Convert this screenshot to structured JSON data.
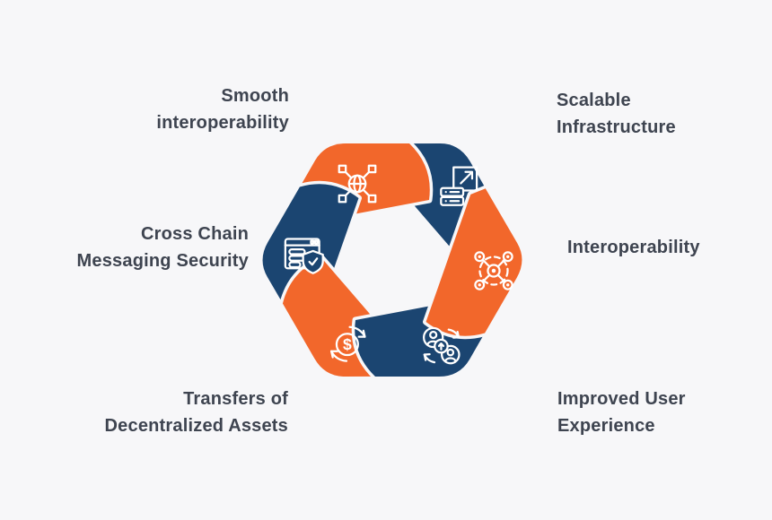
{
  "colors": {
    "background": "#f7f7f9",
    "orange": "#f2672b",
    "blue": "#1b4571",
    "label_text": "#3e4450",
    "icon_stroke": "#ffffff"
  },
  "labels": {
    "smooth": {
      "line1": "Smooth",
      "line2": "interoperability"
    },
    "scalable": {
      "line1": "Scalable",
      "line2": "Infrastructure"
    },
    "crossChain": {
      "line1": "Cross Chain",
      "line2": "Messaging Security"
    },
    "interop": {
      "line1": "Interoperability"
    },
    "transfers": {
      "line1": "Transfers of",
      "line2": "Decentralized Assets"
    },
    "improvedUx": {
      "line1": "Improved User",
      "line2": "Experience"
    }
  },
  "segments": [
    {
      "name": "smooth-interoperability",
      "color": "orange",
      "icon": "blockchain-network-icon"
    },
    {
      "name": "scalable-infrastructure",
      "color": "blue",
      "icon": "server-scale-icon"
    },
    {
      "name": "interoperability",
      "color": "orange",
      "icon": "connected-nodes-icon"
    },
    {
      "name": "improved-user-experience",
      "color": "blue",
      "icon": "users-sync-icon"
    },
    {
      "name": "transfers-of-decentralized-assets",
      "color": "orange",
      "icon": "dollar-exchange-icon"
    },
    {
      "name": "cross-chain-messaging-security",
      "color": "blue",
      "icon": "secure-browser-icon"
    }
  ],
  "icon_glyphs": {
    "dollar": "$"
  }
}
